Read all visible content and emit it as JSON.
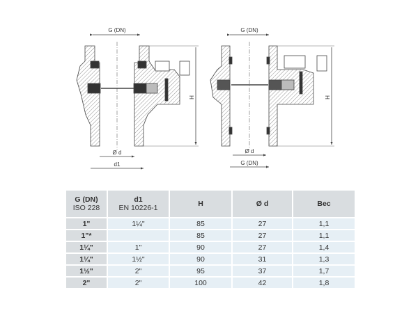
{
  "drawing": {
    "left": {
      "top_label": "G (DN)",
      "od_label": "Ø d",
      "d1_label": "d1",
      "h_label": "H"
    },
    "right": {
      "top_label": "G (DN)",
      "od_label": "Ø d",
      "bottom_label": "G (DN)",
      "h_label": "H"
    }
  },
  "table": {
    "headers": [
      {
        "line1": "G (DN)",
        "line2": "ISO 228"
      },
      {
        "line1": "d1",
        "line2": "EN 10226-1"
      },
      {
        "line1": "H",
        "line2": ""
      },
      {
        "line1": "Ø d",
        "line2": ""
      },
      {
        "line1": "Bec",
        "line2": ""
      }
    ],
    "rows": [
      [
        "1\"",
        "1¼\"",
        "85",
        "27",
        "1,1"
      ],
      [
        "1\"*",
        "",
        "85",
        "27",
        "1,1"
      ],
      [
        "1¼\"",
        "1\"",
        "90",
        "27",
        "1,4"
      ],
      [
        "1¼\"",
        "1½\"",
        "90",
        "31",
        "1,3"
      ],
      [
        "1½\"",
        "2\"",
        "95",
        "37",
        "1,7"
      ],
      [
        "2\"",
        "2\"",
        "100",
        "42",
        "1,8"
      ]
    ]
  }
}
